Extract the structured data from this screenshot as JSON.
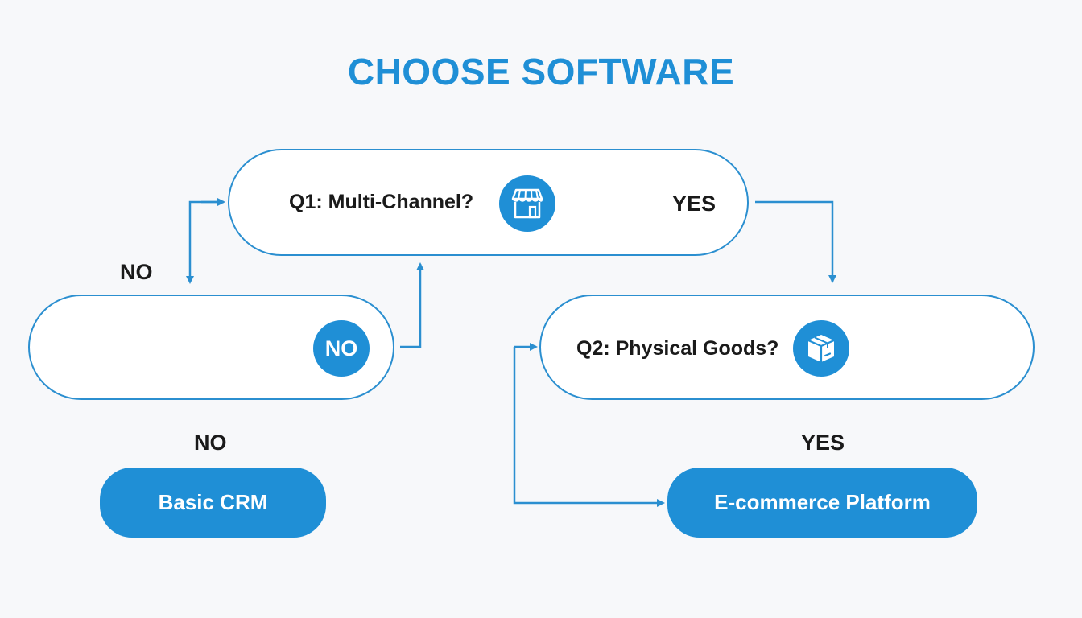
{
  "colors": {
    "accent": "#1f8fd6",
    "stroke": "#2b8fd0",
    "text": "#1a1a1a",
    "background": "#f7f8fa"
  },
  "title": "CHOOSE SOFTWARE",
  "nodes": {
    "q1": {
      "label": "Q1: Multi-Channel?",
      "icon": "storefront-icon",
      "yes_label": "YES"
    },
    "no_box": {
      "badge": "NO"
    },
    "q2": {
      "label": "Q2: Physical Goods?",
      "icon": "package-box-icon"
    }
  },
  "edge_labels": {
    "q1_no": "NO",
    "bottom_no": "NO",
    "bottom_yes": "YES"
  },
  "results": {
    "basic_crm": "Basic CRM",
    "ecommerce": "E-commerce Platform"
  }
}
